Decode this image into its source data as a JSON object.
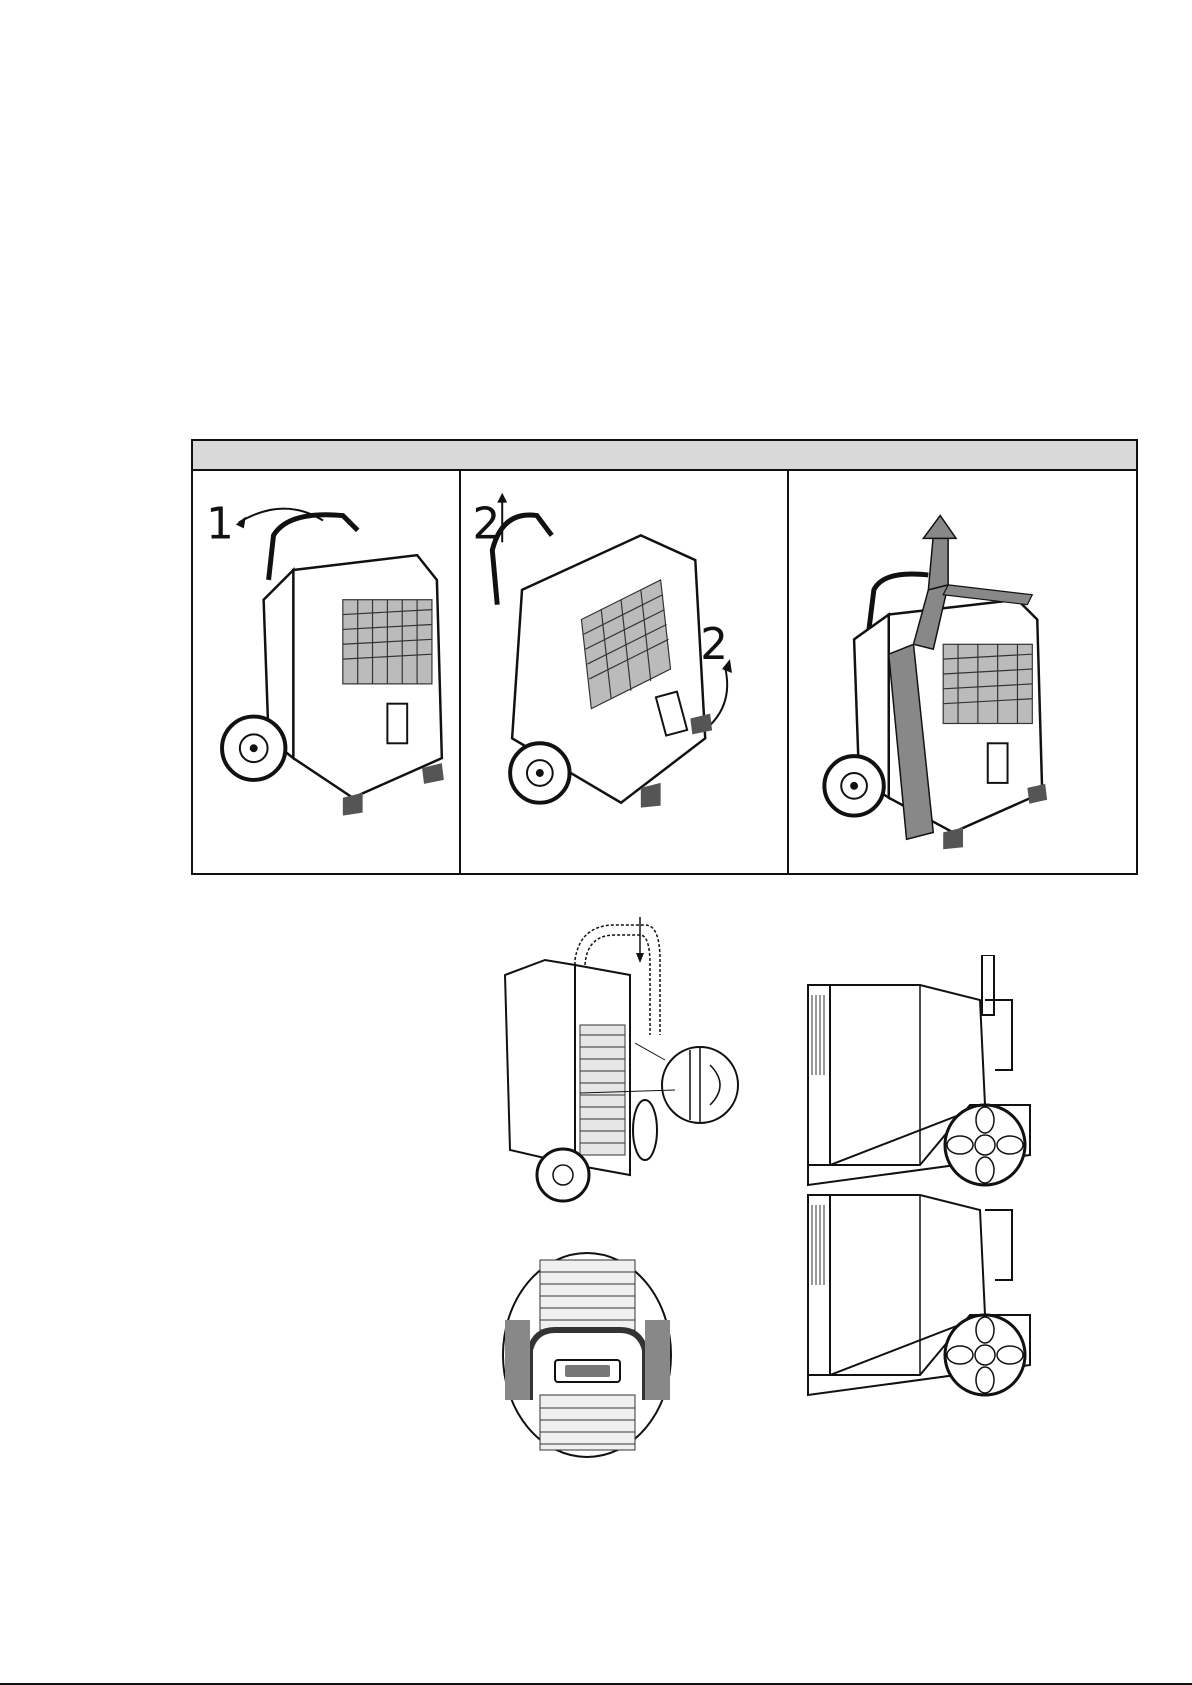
{
  "step_labels": {
    "tilt_handle": "1",
    "lift_handle": "2",
    "tilt_unit": "2"
  }
}
